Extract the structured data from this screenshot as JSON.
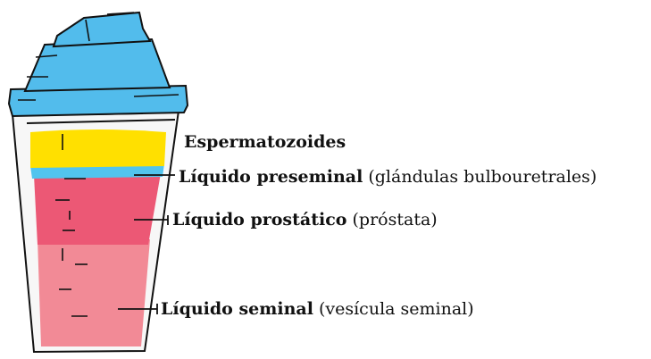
{
  "layers": [
    {
      "id": "sperm",
      "name": "Espermatozoides",
      "detail": "",
      "color": "#FFE000"
    },
    {
      "id": "preseminal",
      "name": "Líquido preseminal",
      "detail": "(glándulas bulbouretrales)",
      "color": "#52C4EE"
    },
    {
      "id": "prostatic",
      "name": "Líquido prostático",
      "detail": "(próstata)",
      "color": "#EC5875"
    },
    {
      "id": "seminal",
      "name": "Líquido seminal",
      "detail": "(vesícula seminal)",
      "color": "#F28A96"
    }
  ],
  "cap_color": "#52BCEC",
  "outline_color": "#111111"
}
